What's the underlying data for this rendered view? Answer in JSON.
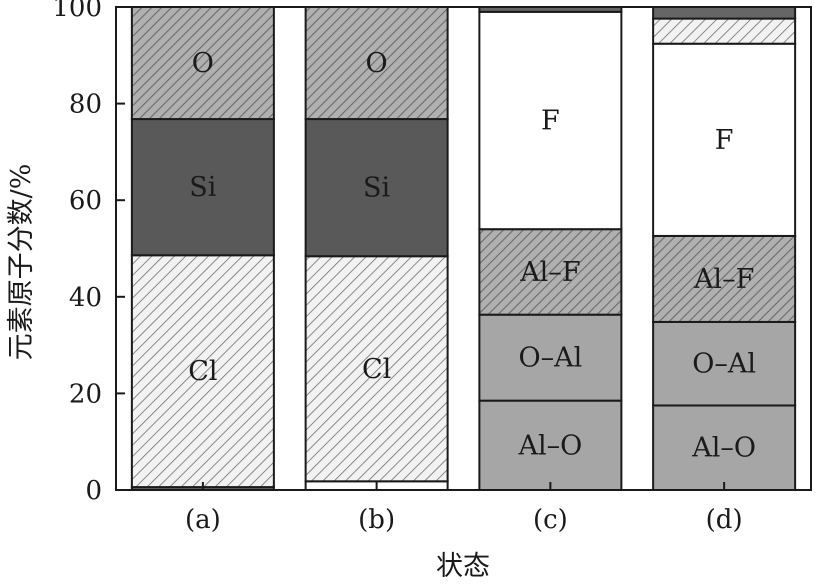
{
  "chart_data": {
    "type": "bar",
    "stacked": true,
    "categories": [
      "(a)",
      "(b)",
      "(c)",
      "(d)"
    ],
    "xlabel": "状态",
    "ylabel": "元素原子分数/%",
    "ylim": [
      0,
      100
    ],
    "yticks": [
      "0",
      "20",
      "40",
      "60",
      "80",
      "100"
    ],
    "grid": false,
    "colors": {
      "Cl": "#f2f2f2",
      "Si": "#595959",
      "O": "#a8a8a8",
      "Al-O": "#a6a6a6",
      "O-Al": "#a6a6a6",
      "Al-F": "#9a9a9a",
      "F": "#ffffff",
      "unlabeled_light": "#f2f2f2",
      "unlabeled_dark": "#666666",
      "blank": "#ffffff"
    },
    "bars": [
      {
        "category": "(a)",
        "segments": [
          {
            "label": "",
            "key": "unlabeled_dark",
            "value": 0.6,
            "pattern": "solid"
          },
          {
            "label": "Cl",
            "key": "Cl",
            "value": 48.0,
            "pattern": "hatch-light"
          },
          {
            "label": "Si",
            "key": "Si",
            "value": 28.2,
            "pattern": "solid"
          },
          {
            "label": "O",
            "key": "O",
            "value": 23.2,
            "pattern": "hatch-dark"
          }
        ]
      },
      {
        "category": "(b)",
        "segments": [
          {
            "label": "",
            "key": "blank",
            "value": 1.8,
            "pattern": "solid"
          },
          {
            "label": "Cl",
            "key": "Cl",
            "value": 46.6,
            "pattern": "hatch-light"
          },
          {
            "label": "Si",
            "key": "Si",
            "value": 28.4,
            "pattern": "solid"
          },
          {
            "label": "O",
            "key": "O",
            "value": 23.2,
            "pattern": "hatch-dark"
          }
        ]
      },
      {
        "category": "(c)",
        "segments": [
          {
            "label": "Al–O",
            "key": "Al-O",
            "value": 18.5,
            "pattern": "solid"
          },
          {
            "label": "O–Al",
            "key": "O-Al",
            "value": 17.8,
            "pattern": "solid"
          },
          {
            "label": "Al–F",
            "key": "Al-F",
            "value": 17.7,
            "pattern": "hatch-dark"
          },
          {
            "label": "F",
            "key": "F",
            "value": 45.0,
            "pattern": "solid"
          },
          {
            "label": "",
            "key": "unlabeled_dark",
            "value": 1.0,
            "pattern": "solid"
          }
        ]
      },
      {
        "category": "(d)",
        "segments": [
          {
            "label": "Al–O",
            "key": "Al-O",
            "value": 17.5,
            "pattern": "solid"
          },
          {
            "label": "O–Al",
            "key": "O-Al",
            "value": 17.3,
            "pattern": "solid"
          },
          {
            "label": "Al–F",
            "key": "Al-F",
            "value": 17.8,
            "pattern": "hatch-dark"
          },
          {
            "label": "F",
            "key": "F",
            "value": 39.8,
            "pattern": "solid"
          },
          {
            "label": "",
            "key": "unlabeled_light",
            "value": 5.2,
            "pattern": "hatch-light"
          },
          {
            "label": "",
            "key": "unlabeled_dark",
            "value": 2.4,
            "pattern": "solid"
          }
        ]
      }
    ]
  }
}
